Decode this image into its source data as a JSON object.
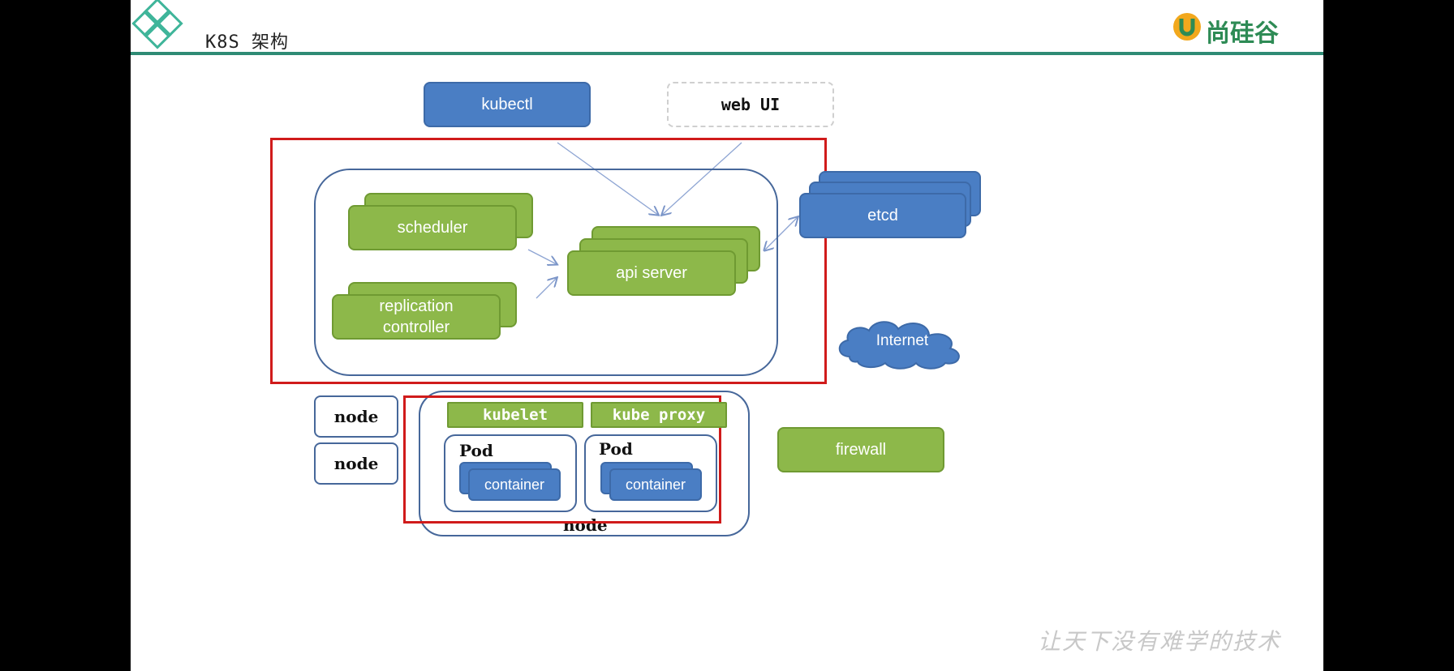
{
  "header": {
    "title": "K8S 架构",
    "brand": "尚硅谷"
  },
  "clients": {
    "kubectl": "kubectl",
    "web_ui": "web UI"
  },
  "master": {
    "scheduler": "scheduler",
    "replication_controller_line1": "replication",
    "replication_controller_line2": "controller",
    "api_server": "api server"
  },
  "external": {
    "etcd": "etcd",
    "internet": "Internet",
    "firewall": "firewall"
  },
  "nodes": {
    "node_a": "node",
    "node_b": "node",
    "node_main": "node",
    "kubelet": "kubelet",
    "kube_proxy": "kube proxy",
    "pod_left": "Pod",
    "pod_right": "Pod",
    "container_left": "container",
    "container_right": "container"
  },
  "footer": {
    "watermark": "让天下没有难学的技术"
  },
  "colors": {
    "green": "#8db84a",
    "blue": "#4a7ec4",
    "red_frame": "#d01b1b",
    "header_line": "#2e8b74"
  }
}
